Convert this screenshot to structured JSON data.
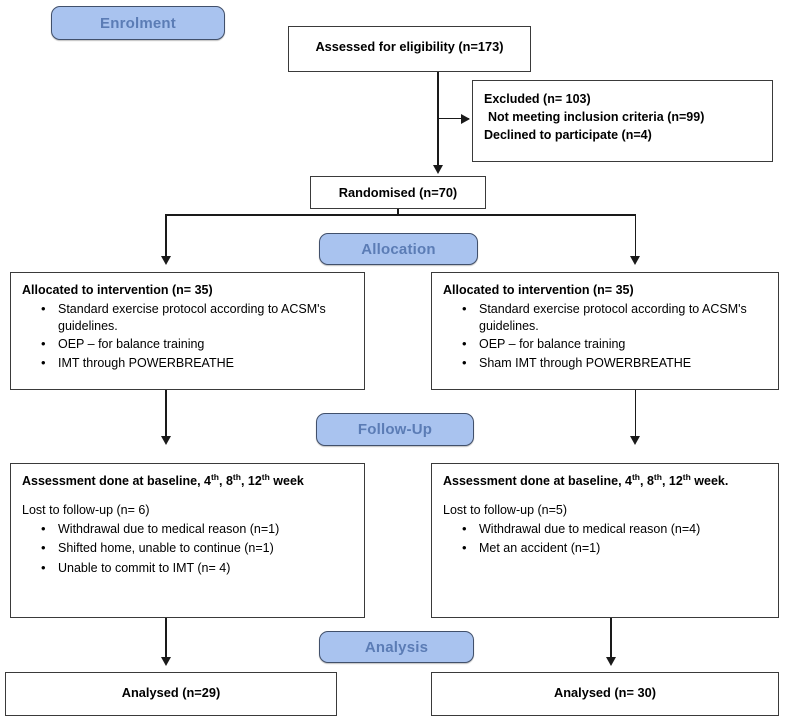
{
  "diagram": {
    "title": "CONSORT participant flow diagram",
    "colors": {
      "pill_fill": "#a9c3ef",
      "pill_border": "#41506b",
      "pill_text": "#5b7cb5",
      "box_border": "#3a3a3a",
      "line": "#1a1a1a",
      "background": "#ffffff"
    }
  },
  "stages": {
    "enrolment": "Enrolment",
    "allocation": "Allocation",
    "followup": "Follow-Up",
    "analysis": "Analysis"
  },
  "enrolment": {
    "assessed": "Assessed for eligibility (n=173)",
    "excluded": {
      "head": "Excluded (n= 103)",
      "reasons": [
        "Not meeting inclusion criteria (n=99)",
        "Declined to participate (n=4)"
      ]
    },
    "randomised": "Randomised (n=70)"
  },
  "allocation": {
    "left": {
      "head": "Allocated to intervention (n= 35)",
      "items": [
        "Standard exercise protocol according to ACSM's guidelines.",
        "OEP – for balance training",
        "IMT through POWERBREATHE"
      ]
    },
    "right": {
      "head": "Allocated to intervention (n= 35)",
      "items": [
        "Standard exercise protocol according to ACSM's guidelines.",
        "OEP – for balance training",
        "Sham IMT through POWERBREATHE"
      ]
    }
  },
  "followup": {
    "left": {
      "head_prefix": "Assessment done at baseline, 4",
      "head_sup1": "th",
      "head_mid1": ", 8",
      "head_sup2": "th",
      "head_mid2": ", 12",
      "head_sup3": "th",
      "head_suffix": " week",
      "lost": "Lost to follow-up (n= 6)",
      "reasons": [
        "Withdrawal due to medical reason (n=1)",
        "Shifted home, unable to continue (n=1)",
        "Unable to commit to IMT (n= 4)"
      ]
    },
    "right": {
      "head_prefix": "Assessment done at baseline, 4",
      "head_sup1": "th",
      "head_mid1": ", 8",
      "head_sup2": "th",
      "head_mid2": ", 12",
      "head_sup3": "th",
      "head_suffix": " week.",
      "lost": "Lost to follow-up (n=5)",
      "reasons": [
        "Withdrawal due to medical reason (n=4)",
        "Met an accident (n=1)"
      ]
    }
  },
  "analysis": {
    "left": "Analysed (n=29)",
    "right": "Analysed (n= 30)"
  }
}
